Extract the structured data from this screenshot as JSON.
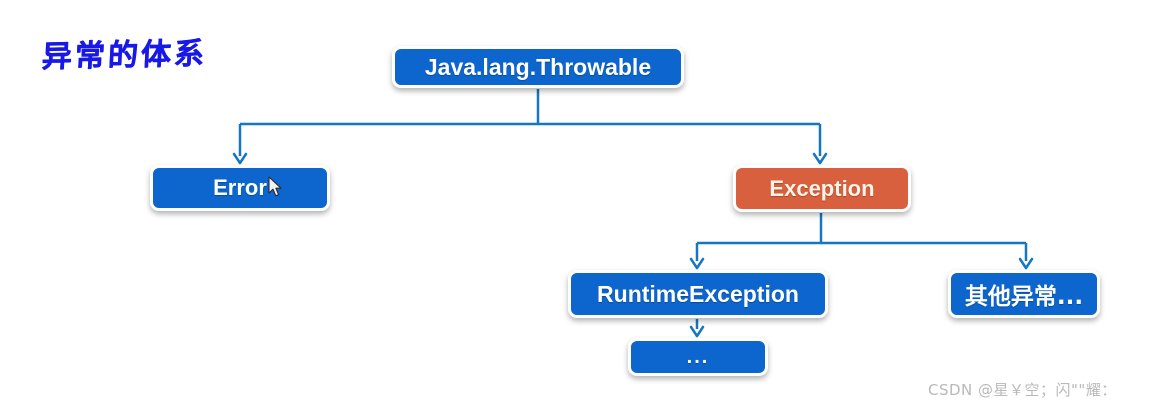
{
  "meta": {
    "title": "异常的体系",
    "background_color": "#ffffff"
  },
  "colors": {
    "node_blue": "#0d66cd",
    "node_orange": "#d9603f",
    "node_text_light": "#ffffff",
    "node_text_cream": "#fdf3e6",
    "connector_blue": "#1577c4",
    "title_blue": "#1818e8",
    "watermark_gray": "#b9b9b9"
  },
  "chart_data": {
    "type": "diagram",
    "title": "异常的体系",
    "nodes": [
      {
        "id": "throwable",
        "label": "Java.lang.Throwable",
        "color": "#0d66cd",
        "level": 0
      },
      {
        "id": "error",
        "label": "Error",
        "color": "#0d66cd",
        "level": 1
      },
      {
        "id": "exception",
        "label": "Exception",
        "color": "#d9603f",
        "level": 1
      },
      {
        "id": "runtime",
        "label": "RuntimeException",
        "color": "#0d66cd",
        "level": 2
      },
      {
        "id": "other",
        "label": "其他异常...",
        "color": "#0d66cd",
        "level": 2
      },
      {
        "id": "ellipsis",
        "label": "...",
        "color": "#0d66cd",
        "level": 3
      }
    ],
    "edges": [
      {
        "from": "throwable",
        "to": "error"
      },
      {
        "from": "throwable",
        "to": "exception"
      },
      {
        "from": "exception",
        "to": "runtime"
      },
      {
        "from": "exception",
        "to": "other"
      },
      {
        "from": "runtime",
        "to": "ellipsis"
      }
    ]
  },
  "nodes": {
    "throwable": "Java.lang.Throwable",
    "error": "Error",
    "exception": "Exception",
    "runtime": "RuntimeException",
    "other": "其他异常...",
    "ellipsis": "..."
  },
  "watermark": {
    "text": "CSDN @星￥空；闪\"\"耀："
  }
}
